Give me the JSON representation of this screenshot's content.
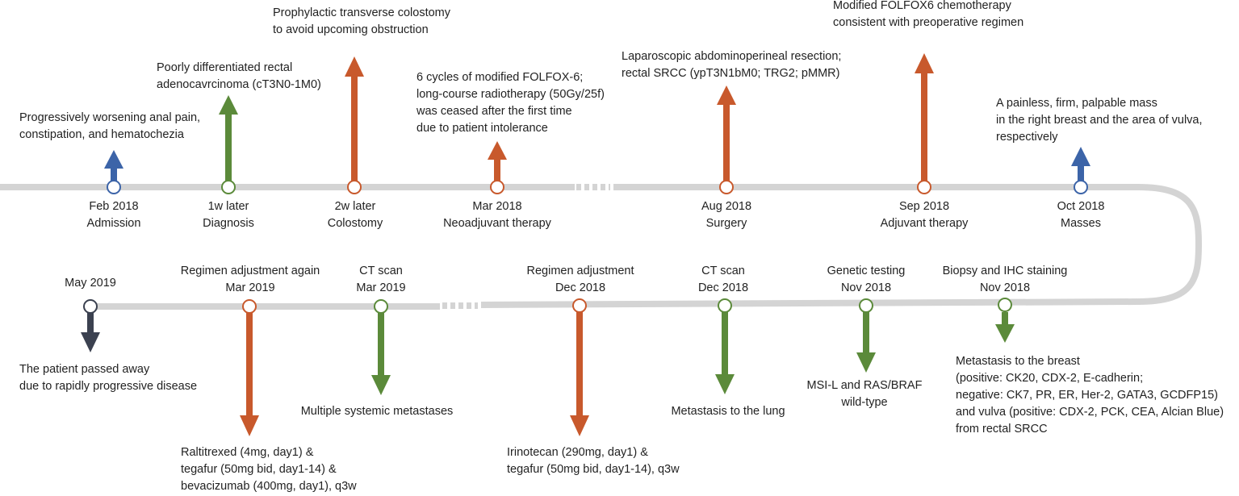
{
  "colors": {
    "track": "#d4d4d4",
    "blue": "#3c64a8",
    "green": "#5b8a3a",
    "orange": "#c8592c",
    "dark": "#3b4150"
  },
  "events": {
    "admission": {
      "date": "Feb 2018",
      "label": "Admission",
      "note": [
        "Progressively worsening anal pain,",
        "constipation, and hematochezia"
      ]
    },
    "diagnosis": {
      "date": "1w later",
      "label": "Diagnosis",
      "note": [
        "Poorly differentiated rectal",
        "adenocavrcinoma (cT3N0-1M0)"
      ]
    },
    "colostomy": {
      "date": "2w later",
      "label": "Colostomy",
      "note": [
        "Prophylactic transverse colostomy",
        "to avoid upcoming obstruction"
      ]
    },
    "neoadjuvant": {
      "date": "Mar 2018",
      "label": "Neoadjuvant therapy",
      "note": [
        "6 cycles of modified FOLFOX-6;",
        "long-course radiotherapy (50Gy/25f)",
        "was ceased after the first time",
        "due to patient intolerance"
      ]
    },
    "surgery": {
      "date": "Aug 2018",
      "label": "Surgery",
      "note": [
        "Laparoscopic abdominoperineal resection;",
        "rectal SRCC (ypT3N1bM0; TRG2; pMMR)"
      ]
    },
    "adjuvant": {
      "date": "Sep 2018",
      "label": "Adjuvant therapy",
      "note": [
        "Modified FOLFOX6 chemotherapy",
        "consistent with preoperative regimen"
      ]
    },
    "masses": {
      "date": "Oct 2018",
      "label": "Masses",
      "note": [
        "A painless, firm, palpable mass",
        "in the right breast and the area of vulva,",
        "respectively"
      ]
    },
    "biopsy": {
      "label": "Biopsy and IHC staining",
      "date": "Nov 2018",
      "note": [
        "Metastasis to the breast",
        "(positive: CK20, CDX-2, E-cadherin;",
        "negative: CK7, PR, ER, Her-2, GATA3, GCDFP15)",
        "and vulva (positive: CDX-2, PCK, CEA, Alcian Blue)",
        "from rectal SRCC"
      ]
    },
    "genetic": {
      "label": "Genetic testing",
      "date": "Nov 2018",
      "note": [
        "MSI-L and RAS/BRAF",
        "wild-type"
      ]
    },
    "ct_dec": {
      "label": "CT scan",
      "date": "Dec 2018",
      "note": [
        "Metastasis to the lung"
      ]
    },
    "regimen_dec": {
      "label": "Regimen adjustment",
      "date": "Dec 2018",
      "note": [
        "Irinotecan (290mg, day1) &",
        "tegafur (50mg bid, day1-14), q3w"
      ]
    },
    "ct_mar": {
      "label": "CT scan",
      "date": "Mar 2019",
      "note": [
        "Multiple systemic metastases"
      ]
    },
    "regimen_mar": {
      "label": "Regimen adjustment again",
      "date": "Mar 2019",
      "note": [
        "Raltitrexed (4mg, day1) &",
        "tegafur (50mg bid, day1-14)  &",
        "bevacizumab (400mg, day1), q3w"
      ]
    },
    "death": {
      "date": "May 2019",
      "note": [
        "The patient passed away",
        "due to rapidly progressive disease"
      ]
    }
  }
}
